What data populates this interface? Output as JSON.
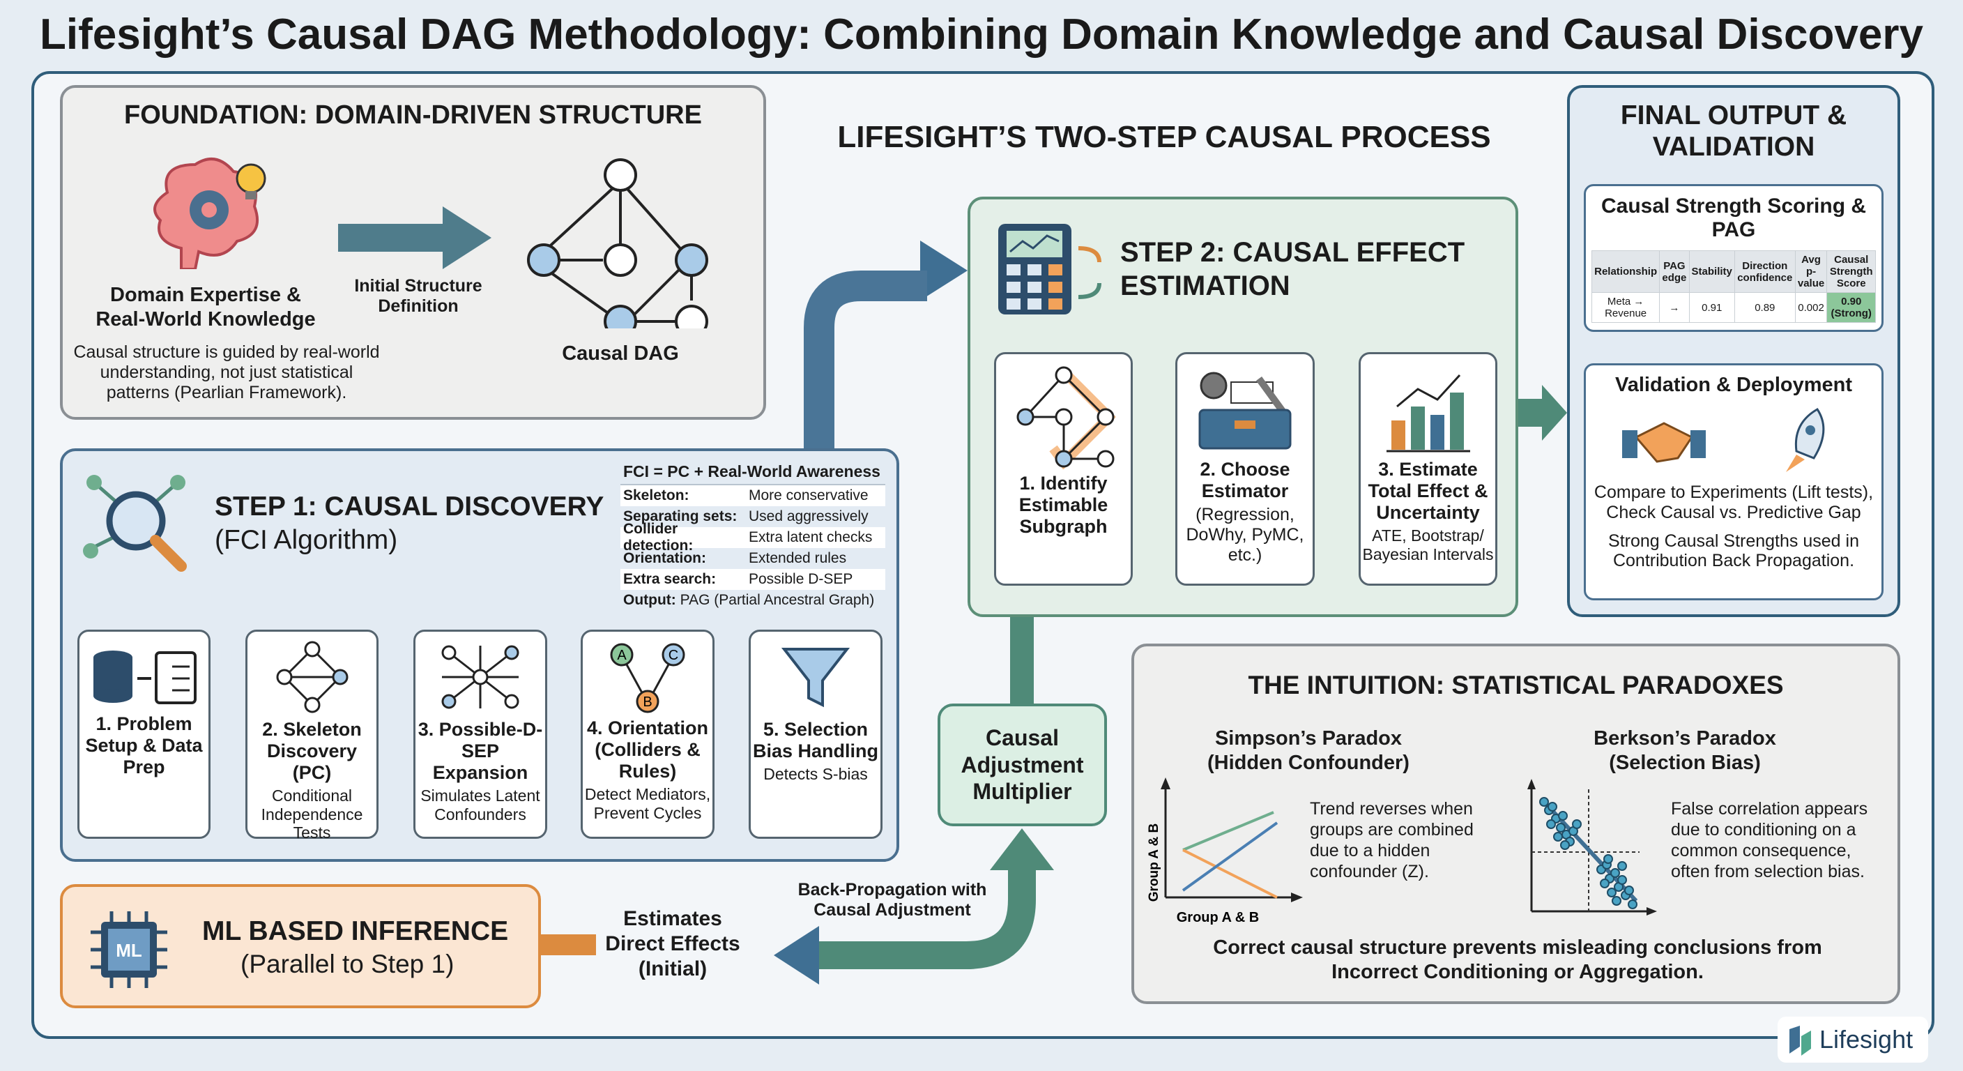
{
  "title": "Lifesight’s Causal DAG Methodology: Combining Domain Knowledge and Causal Discovery",
  "foundation": {
    "heading": "FOUNDATION: DOMAIN-DRIVEN STRUCTURE",
    "expertise": "Domain Expertise & Real-World Knowledge",
    "arrow_label": "Initial Structure Definition",
    "dag_label": "Causal DAG",
    "description": "Causal structure is guided by real-world understanding, not just statistical patterns (Pearlian Framework)."
  },
  "process_title": "LIFESIGHT’S TWO-STEP CAUSAL PROCESS",
  "step1": {
    "heading": "STEP 1: CAUSAL DISCOVERY",
    "subheading": "(FCI Algorithm)",
    "fci_title": "FCI = PC + Real-World Awareness",
    "fci_rows": [
      {
        "k": "Skeleton:",
        "v": "More conservative"
      },
      {
        "k": "Separating sets:",
        "v": "Used aggressively"
      },
      {
        "k": "Collider detection:",
        "v": "Extra latent checks"
      },
      {
        "k": "Orientation:",
        "v": "Extended rules"
      },
      {
        "k": "Extra search:",
        "v": "Possible D-SEP"
      }
    ],
    "fci_output_k": "Output:",
    "fci_output_v": "PAG (Partial Ancestral Graph)",
    "cards": [
      {
        "title": "1. Problem Setup & Data Prep",
        "sub": ""
      },
      {
        "title": "2. Skeleton Discovery (PC)",
        "sub": "Conditional Independence Tests"
      },
      {
        "title": "3. Possible-D-SEP Expansion",
        "sub": "Simulates Latent Confounders"
      },
      {
        "title": "4. Orientation (Colliders & Rules)",
        "sub": "Detect Mediators, Prevent Cycles"
      },
      {
        "title": "5. Selection Bias Handling",
        "sub": "Detects S-bias"
      }
    ],
    "node_labels": [
      "A",
      "C",
      "B"
    ]
  },
  "step2": {
    "heading": "STEP 2: CAUSAL EFFECT ESTIMATION",
    "cards": [
      {
        "title": "1. Identify Estimable Subgraph",
        "sub": ""
      },
      {
        "title": "2. Choose Estimator",
        "sub": "(Regression, DoWhy, PyMC, etc.)"
      },
      {
        "title": "3. Estimate Total Effect & Uncertainty",
        "sub": "ATE, Bootstrap/ Bayesian Intervals"
      }
    ]
  },
  "final": {
    "heading": "FINAL OUTPUT & VALIDATION",
    "table_title": "Causal Strength Scoring & PAG",
    "columns": [
      "Relationship",
      "PAG edge",
      "Stability",
      "Direction confidence",
      "Avg p-value",
      "Causal Strength Score"
    ],
    "rows": [
      [
        "Meta → Revenue",
        "→",
        "0.91",
        "0.89",
        "0.002",
        "0.90 (Strong)"
      ]
    ],
    "strong_color": "#8cc79a",
    "validation_title": "Validation & Deployment",
    "validation_text1": "Compare to Experiments (Lift tests), Check Causal vs. Predictive Gap",
    "validation_text2": "Strong Causal Strengths used in Contribution Back Propagation."
  },
  "multiplier": "Causal Adjustment Multiplier",
  "backprop": "Back-Propagation with Causal Adjustment",
  "estimates": "Estimates Direct Effects (Initial)",
  "ml": {
    "heading": "ML BASED INFERENCE",
    "sub": "(Parallel to Step 1)",
    "chip": "ML"
  },
  "intuition": {
    "heading": "THE INTUITION: STATISTICAL PARADOXES",
    "simpson_title": "Simpson’s Paradox (Hidden Confounder)",
    "simpson_text": "Trend reverses when groups are combined due to a hidden confounder (Z).",
    "axis_y": "Group A & B",
    "axis_x": "Group A & B",
    "berkson_title": "Berkson’s Paradox (Selection Bias)",
    "berkson_text": "False correlation appears due to conditioning on a common consequence, often from selection bias.",
    "conclusion": "Correct causal structure prevents misleading conclusions from Incorrect Conditioning or Aggregation."
  },
  "logo": "Lifesight",
  "colors": {
    "blue_arrow": "#3f6f93",
    "teal_arrow": "#4f8a78",
    "orange": "#dc8b3f",
    "frame": "#2f5d7a"
  }
}
